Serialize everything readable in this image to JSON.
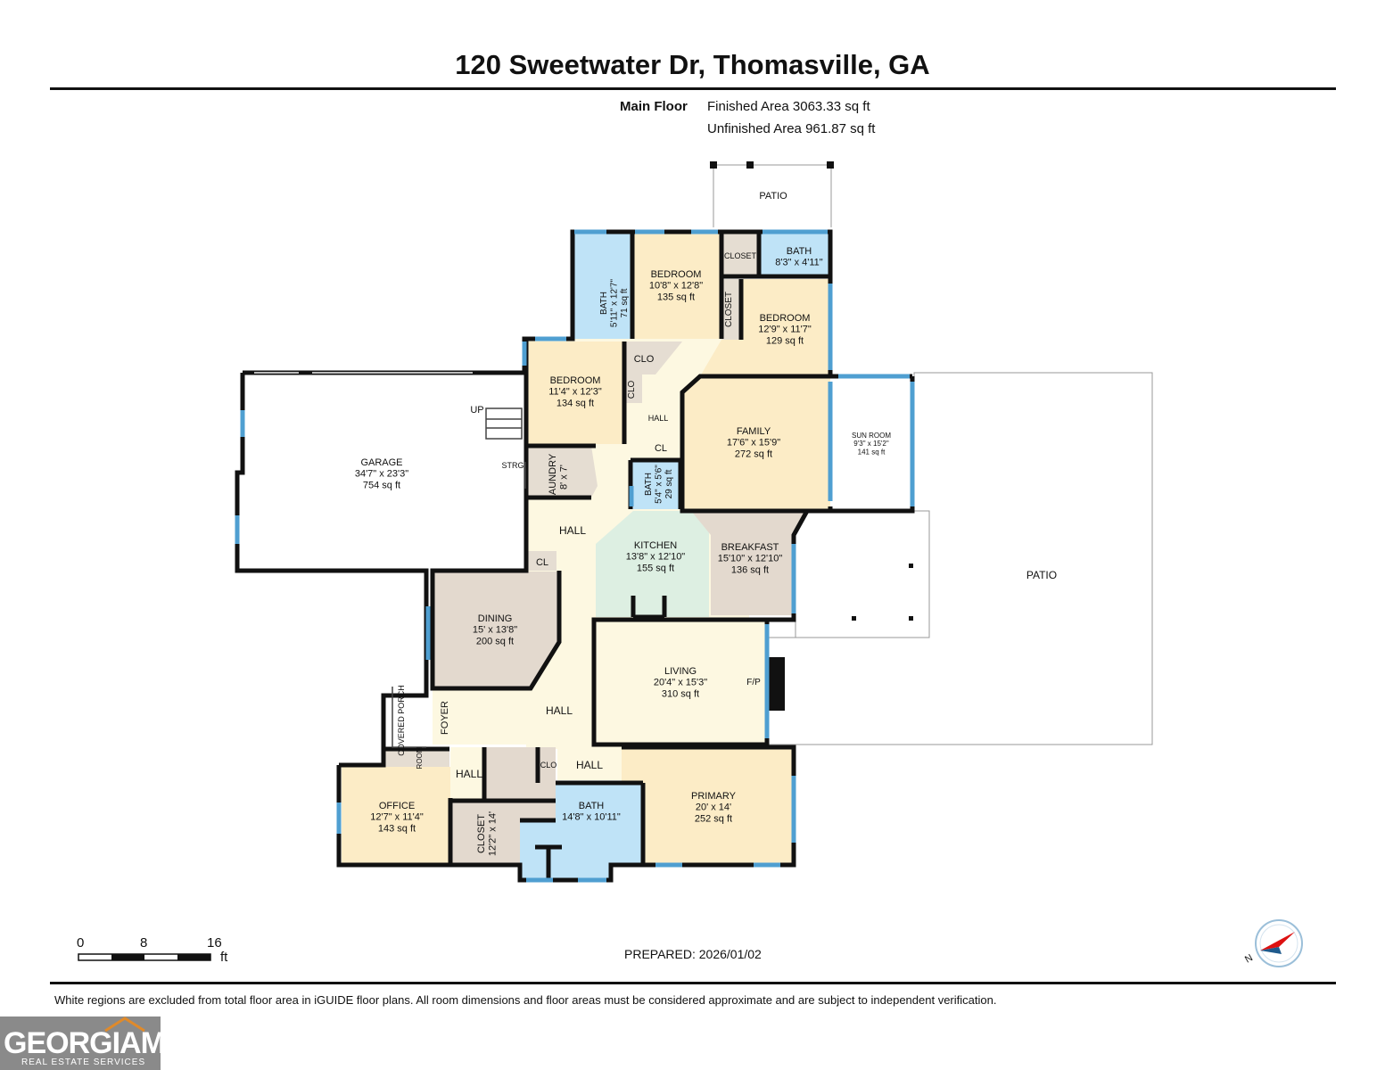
{
  "header": {
    "title": "120 Sweetwater Dr, Thomasville, GA",
    "floor_label": "Main Floor",
    "finished_area": "Finished Area 3063.33 sq ft",
    "unfinished_area": "Unfinished Area 961.87 sq ft"
  },
  "colors": {
    "wall": "#111111",
    "window": "#4f9fd1",
    "bath": "#bfe3f7",
    "bedroom": "#fcecc6",
    "hall": "#fdf8e1",
    "kitchen": "#ddefe2",
    "breakfast_dining": "#e3d9ce",
    "closet": "#e5ddd2"
  },
  "rooms": {
    "patio_top": {
      "name": "PATIO"
    },
    "bath_top_right": {
      "name": "BATH",
      "dim": "8'3\" x 4'11\""
    },
    "closet_top": {
      "name": "CLOSET"
    },
    "bedroom_1": {
      "name": "BEDROOM",
      "dim": "10'8\" x 12'8\"",
      "area": "135 sq ft"
    },
    "bath_left": {
      "name": "BATH",
      "dim": "5'11\" x 12'7\"",
      "area": "71 sq ft"
    },
    "closet_side": {
      "name": "CLOSET"
    },
    "bedroom_2": {
      "name": "BEDROOM",
      "dim": "12'9\" x 11'7\"",
      "area": "129 sq ft"
    },
    "bedroom_3": {
      "name": "BEDROOM",
      "dim": "11'4\" x 12'3\"",
      "area": "134 sq ft"
    },
    "clo_1": {
      "name": "CLO"
    },
    "clo_2": {
      "name": "CLO"
    },
    "hall_upper": {
      "name": "HALL"
    },
    "family": {
      "name": "FAMILY",
      "dim": "17'6\" x 15'9\"",
      "area": "272 sq ft"
    },
    "cl_family": {
      "name": "CL"
    },
    "sun_room": {
      "name": "SUN ROOM",
      "dim": "9'3\" x 15'2\"",
      "area": "141 sq ft"
    },
    "garage": {
      "name": "GARAGE",
      "dim": "34'7\" x 23'3\"",
      "area": "754 sq ft"
    },
    "up": {
      "name": "UP"
    },
    "strg": {
      "name": "STRG"
    },
    "laundry": {
      "name": "LAUNDRY",
      "dim": "8' x 7'"
    },
    "bath_small": {
      "name": "BATH",
      "dim": "5'4\" x 5'6\"",
      "area": "29 sq ft"
    },
    "hall_mid": {
      "name": "HALL"
    },
    "cl_mid": {
      "name": "CL"
    },
    "kitchen": {
      "name": "KITCHEN",
      "dim": "13'8\" x 12'10\"",
      "area": "155 sq ft"
    },
    "breakfast": {
      "name": "BREAKFAST",
      "dim": "15'10\" x 12'10\"",
      "area": "136 sq ft"
    },
    "patio_right": {
      "name": "PATIO"
    },
    "dining": {
      "name": "DINING",
      "dim": "15' x 13'8\"",
      "area": "200 sq ft"
    },
    "living": {
      "name": "LIVING",
      "dim": "20'4\" x 15'3\"",
      "area": "310 sq ft"
    },
    "fp": {
      "name": "F/P"
    },
    "covered_porch": {
      "name": "COVERED PORCH"
    },
    "foyer": {
      "name": "FOYER"
    },
    "hall_lower": {
      "name": "HALL"
    },
    "room_small": {
      "name": "ROOM"
    },
    "hall_office": {
      "name": "HALL"
    },
    "clo_primary": {
      "name": "CLO"
    },
    "hall_primary": {
      "name": "HALL"
    },
    "office": {
      "name": "OFFICE",
      "dim": "12'7\" x 11'4\"",
      "area": "143 sq ft"
    },
    "closet_primary": {
      "name": "CLOSET",
      "dim": "12'2\" x 14'"
    },
    "bath_primary": {
      "name": "BATH",
      "dim": "14'8\" x 10'11\""
    },
    "primary": {
      "name": "PRIMARY",
      "dim": "20' x 14'",
      "area": "252 sq ft"
    }
  },
  "scale": {
    "labels": [
      "0",
      "8",
      "16"
    ],
    "unit": "ft"
  },
  "compass": {
    "label": "N"
  },
  "prepared": "PREPARED: 2026/01/02",
  "footer": "White regions are excluded from total floor area in iGUIDE floor plans. All room dimensions and floor areas must be considered approximate and are subject to independent verification.",
  "logo": {
    "main": "GEORGIAMLS",
    "sub": "REAL ESTATE SERVICES"
  }
}
